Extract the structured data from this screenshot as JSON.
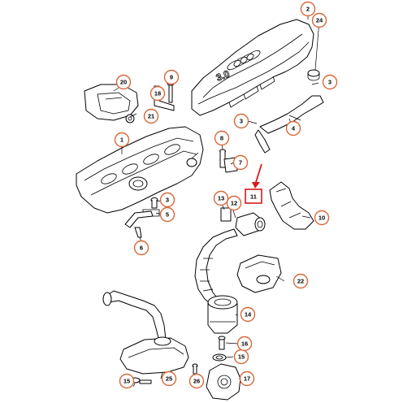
{
  "diagram": {
    "callouts": [
      {
        "id": "c1",
        "label": "1"
      },
      {
        "id": "c2",
        "label": "2"
      },
      {
        "id": "c3a",
        "label": "3"
      },
      {
        "id": "c3b",
        "label": "3"
      },
      {
        "id": "c3c",
        "label": "3"
      },
      {
        "id": "c4",
        "label": "4"
      },
      {
        "id": "c5",
        "label": "5"
      },
      {
        "id": "c6",
        "label": "6"
      },
      {
        "id": "c7",
        "label": "7"
      },
      {
        "id": "c8",
        "label": "8"
      },
      {
        "id": "c9",
        "label": "9"
      },
      {
        "id": "c10",
        "label": "10"
      },
      {
        "id": "c12",
        "label": "12"
      },
      {
        "id": "c13",
        "label": "13"
      },
      {
        "id": "c14",
        "label": "14"
      },
      {
        "id": "c15a",
        "label": "15"
      },
      {
        "id": "c15b",
        "label": "15"
      },
      {
        "id": "c16",
        "label": "16"
      },
      {
        "id": "c17",
        "label": "17"
      },
      {
        "id": "c18",
        "label": "18"
      },
      {
        "id": "c20",
        "label": "20"
      },
      {
        "id": "c21",
        "label": "21"
      },
      {
        "id": "c22",
        "label": "22"
      },
      {
        "id": "c24",
        "label": "24"
      },
      {
        "id": "c25",
        "label": "25"
      },
      {
        "id": "c26",
        "label": "26"
      }
    ],
    "highlight": {
      "label": "11"
    },
    "cover_logo": "3.0",
    "colors": {
      "callout_ring": "#d9683a",
      "highlight": "#d91a1a",
      "line": "#000000"
    }
  }
}
